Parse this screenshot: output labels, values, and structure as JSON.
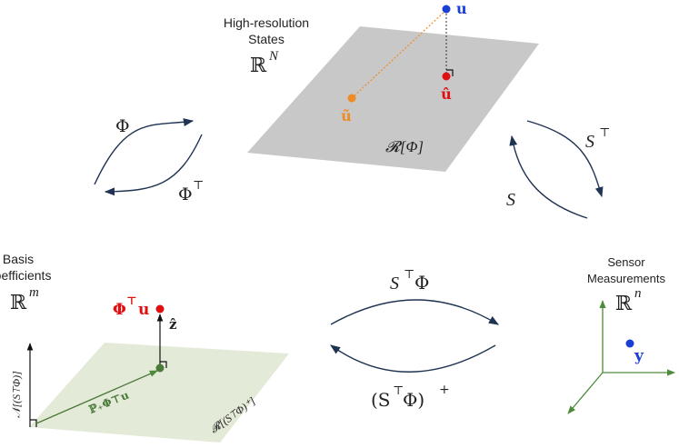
{
  "colors": {
    "high_res_plane": "#c8c8c8",
    "basis_plane": "#e3ead7",
    "arrow": "#1f3352",
    "u_point": "#1a3fd6",
    "u_hat_point": "#e01010",
    "u_tilde_point": "#f08a24",
    "basis_point": "#4b7a3a",
    "sensor_axes": "#4d8a3a",
    "y_point": "#1a3fd6"
  },
  "high_res": {
    "title_line1": "High-resolution",
    "title_line2": "States",
    "space": "ℝ",
    "space_sup": "N",
    "u": "u",
    "u_hat": "û",
    "u_tilde": "ũ",
    "range_label": "𝓡[Φ]"
  },
  "maps": {
    "phi": "Φ",
    "phi_t": "Φ",
    "phi_t_sup": "⊤",
    "s": "S",
    "s_t": "S",
    "s_t_sup": "⊤",
    "s_t_phi": "S",
    "s_t_phi_sup": "⊤",
    "s_t_phi_tail": "Φ",
    "pinv": "(S",
    "pinv_sup": "⊤",
    "pinv_mid": "Φ)",
    "pinv_sup2": "+"
  },
  "basis": {
    "title_line1": "Basis",
    "title_line2": "Coefficients",
    "space": "ℝ",
    "space_sup": "m",
    "phi_t_u": "Φ",
    "phi_t_u_sup": "⊤",
    "phi_t_u_tail": "u",
    "z_hat": "ẑ",
    "null_label": "𝒩[(S⊤Φ)]",
    "proj_label": "ℙ₊Φ⊤u",
    "range_label": "𝓡[(S⊤Φ)⁺]"
  },
  "sensor": {
    "title_line1": "Sensor",
    "title_line2": "Measurements",
    "space": "ℝ",
    "space_sup": "n",
    "y": "y"
  }
}
